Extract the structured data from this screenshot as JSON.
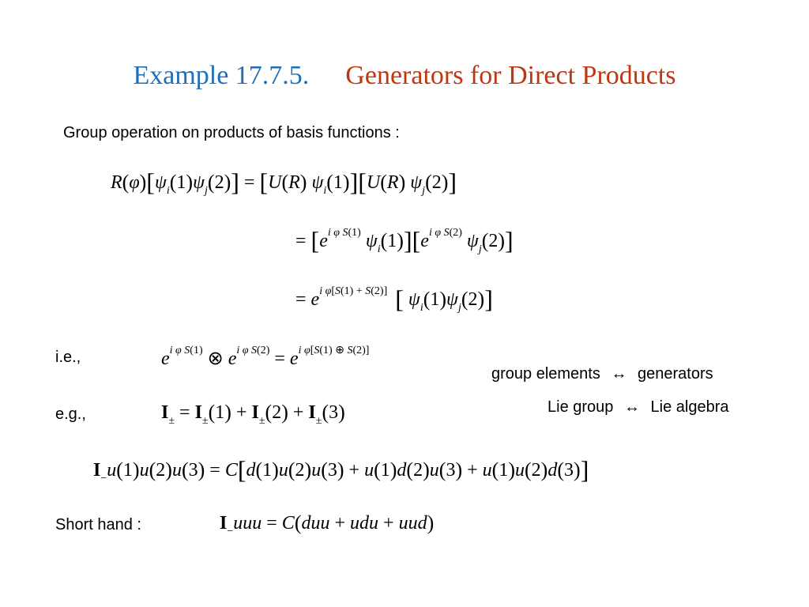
{
  "slide": {
    "title_number": "Example 17.7.5.",
    "title_text": "Generators for Direct Products",
    "intro": "Group operation on products of basis functions :",
    "ie_label": "i.e.,",
    "eg_label": "e.g.,",
    "shorthand_label": "Short hand :",
    "correspondences": [
      {
        "left": "group elements",
        "arrow": "↔",
        "right": "generators"
      },
      {
        "left": "Lie group",
        "arrow": "↔",
        "right": "Lie algebra"
      }
    ]
  },
  "colors": {
    "title_number": "#1f6fb8",
    "title_text": "#c0360f",
    "body_text": "#000000",
    "background": "#ffffff"
  }
}
